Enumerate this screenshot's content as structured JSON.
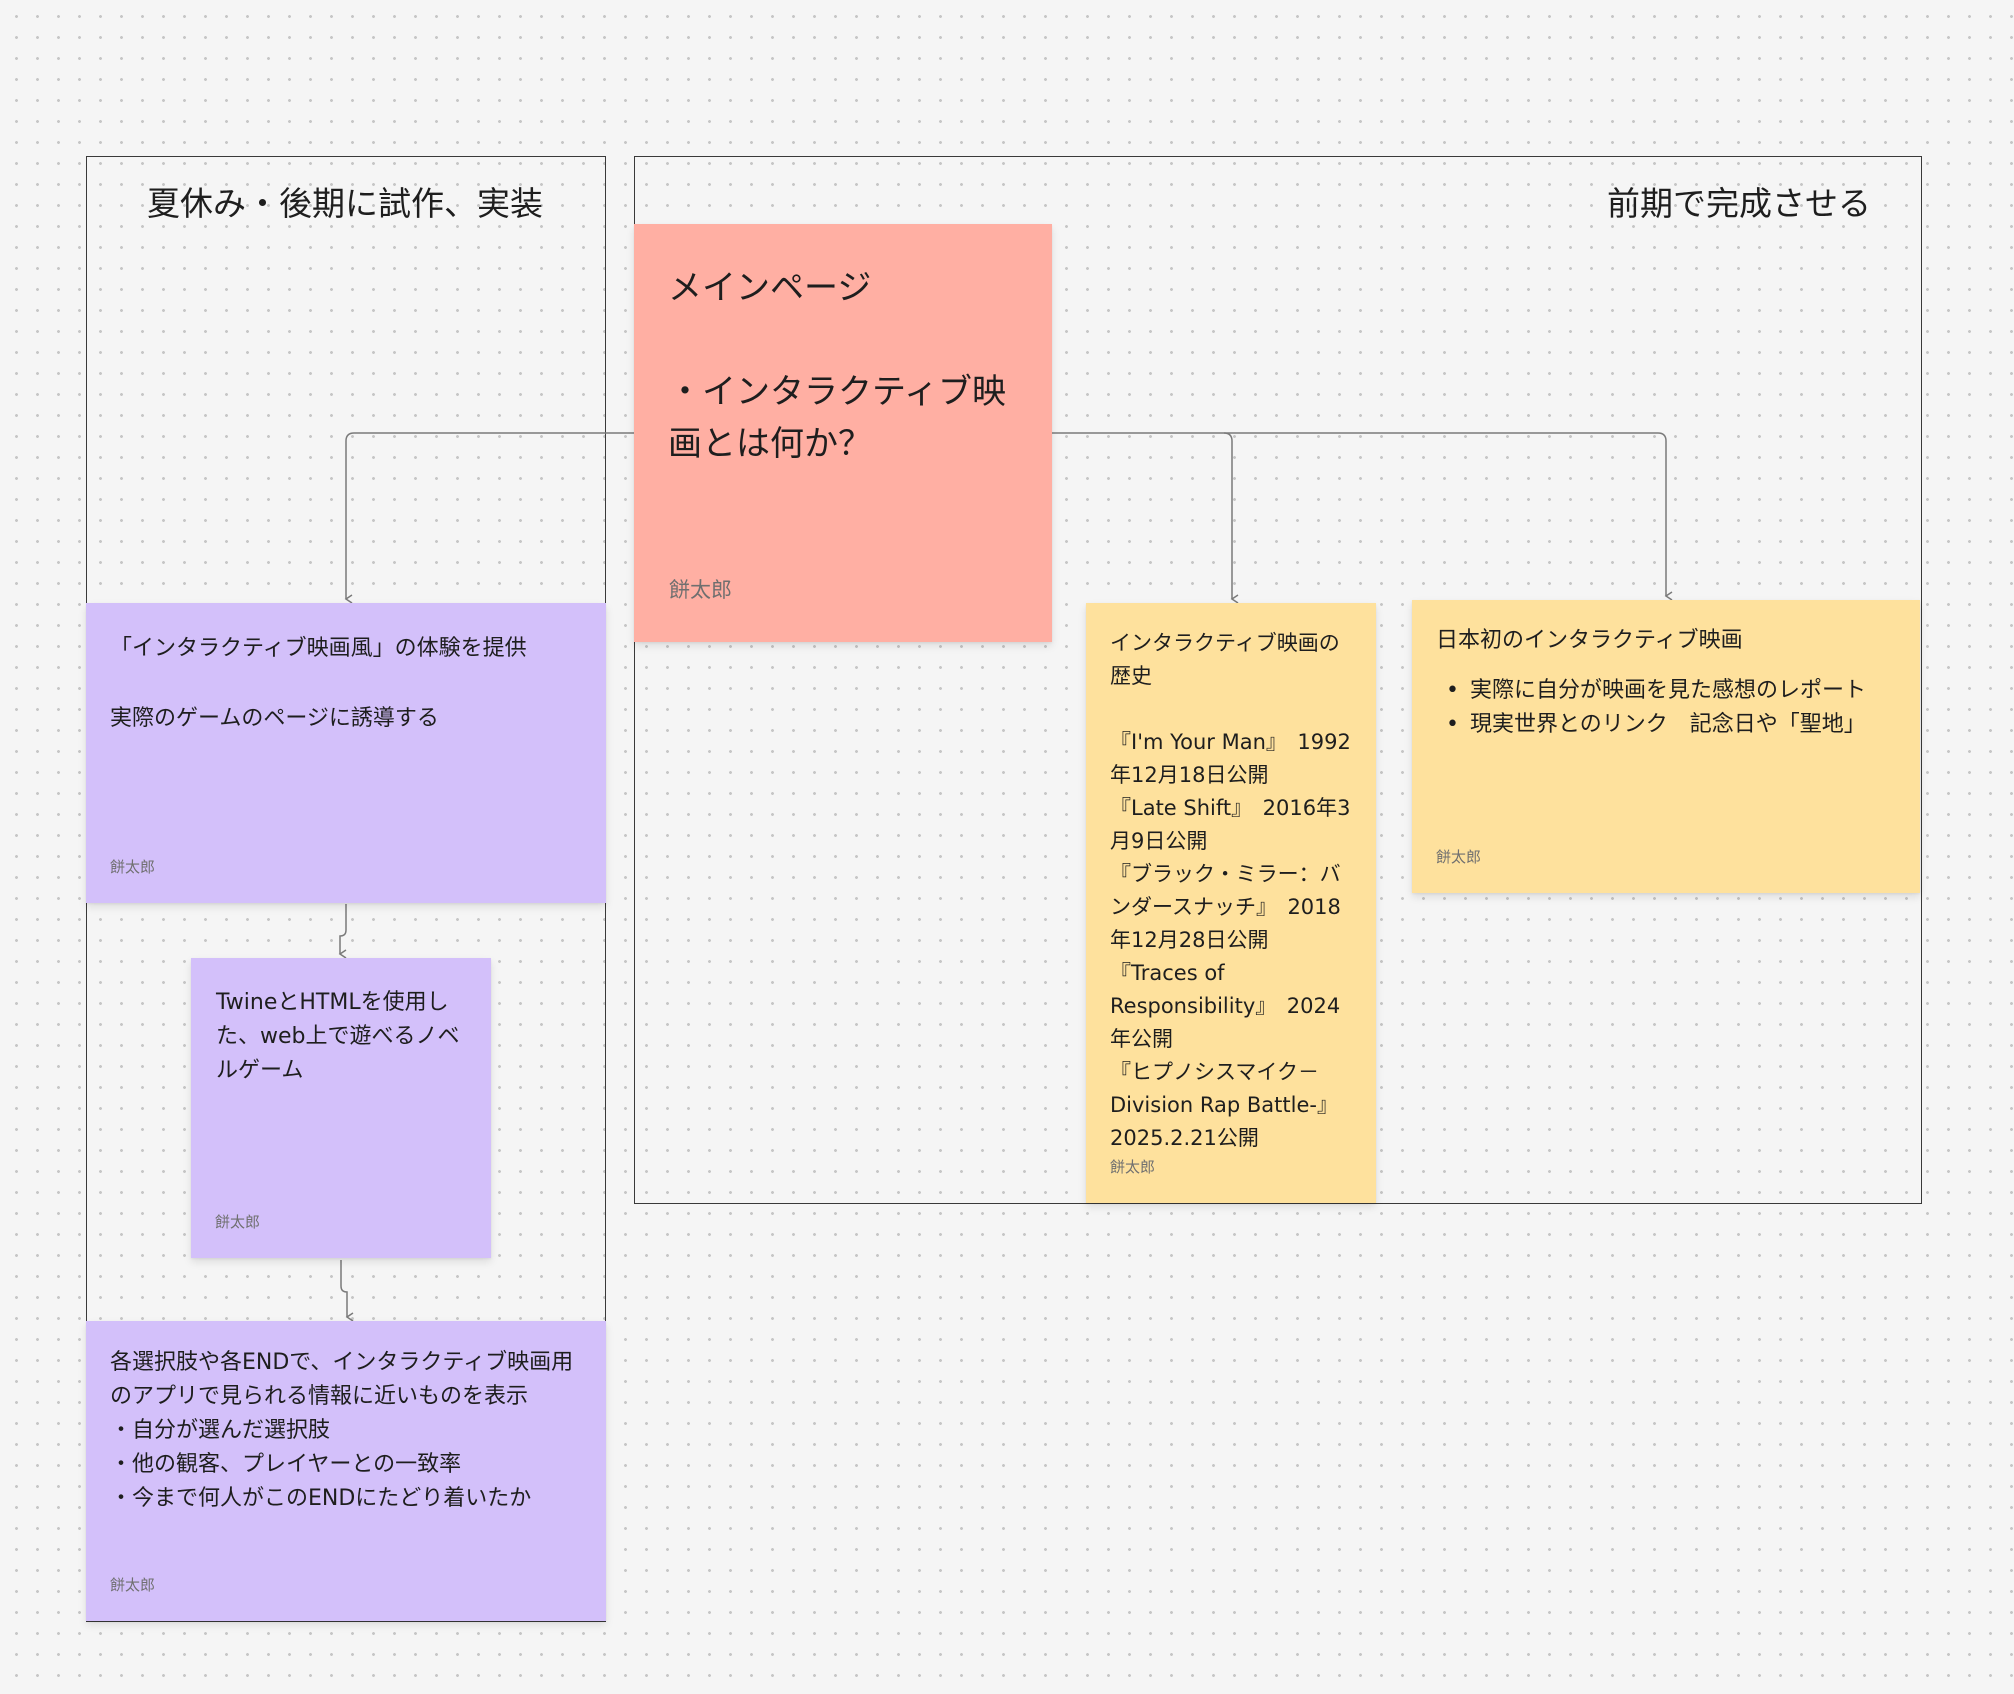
{
  "sections": {
    "left": {
      "title": "夏休み・後期に試作、実装"
    },
    "right": {
      "title": "前期で完成させる"
    }
  },
  "notes": {
    "main": {
      "text": "メインページ\n\n・インタラクティブ映画とは何か？",
      "author": "餅太郎"
    },
    "experience": {
      "text": "「インタラクティブ映画風」の体験を提供\n\n実際のゲームのページに誘導する",
      "author": "餅太郎"
    },
    "novel": {
      "text": "TwineとHTMLを使用した、web上で遊べるノベルゲーム",
      "author": "餅太郎"
    },
    "ending": {
      "text": "各選択肢や各ENDで、インタラクティブ映画用のアプリで見られる情報に近いものを表示\n・自分が選んだ選択肢\n・他の観客、プレイヤーとの一致率\n・今まで何人がこのENDにたどり着いたか",
      "author": "餅太郎"
    },
    "history": {
      "text": "インタラクティブ映画の歴史\n\n『I'm Your Man』　1992年12月18日公開\n『Late Shift』　2016年3月9日公開\n『ブラック・ミラー：バンダースナッチ』　2018年12月28日公開\n『Traces of Responsibility』　2024年公開\n『ヒプノシスマイク－Division Rap Battle-』2025.2.21公開",
      "author": "餅太郎"
    },
    "japan": {
      "title": "日本初のインタラクティブ映画",
      "bullets": [
        "実際に自分が映画を見た感想のレポート",
        "現実世界とのリンク　記念日や「聖地」"
      ],
      "author": "餅太郎"
    }
  },
  "colors": {
    "purple": "#d3c0fa",
    "yellow": "#fee19d",
    "salmon": "#ffafa3",
    "connector": "#7a7a7a"
  }
}
